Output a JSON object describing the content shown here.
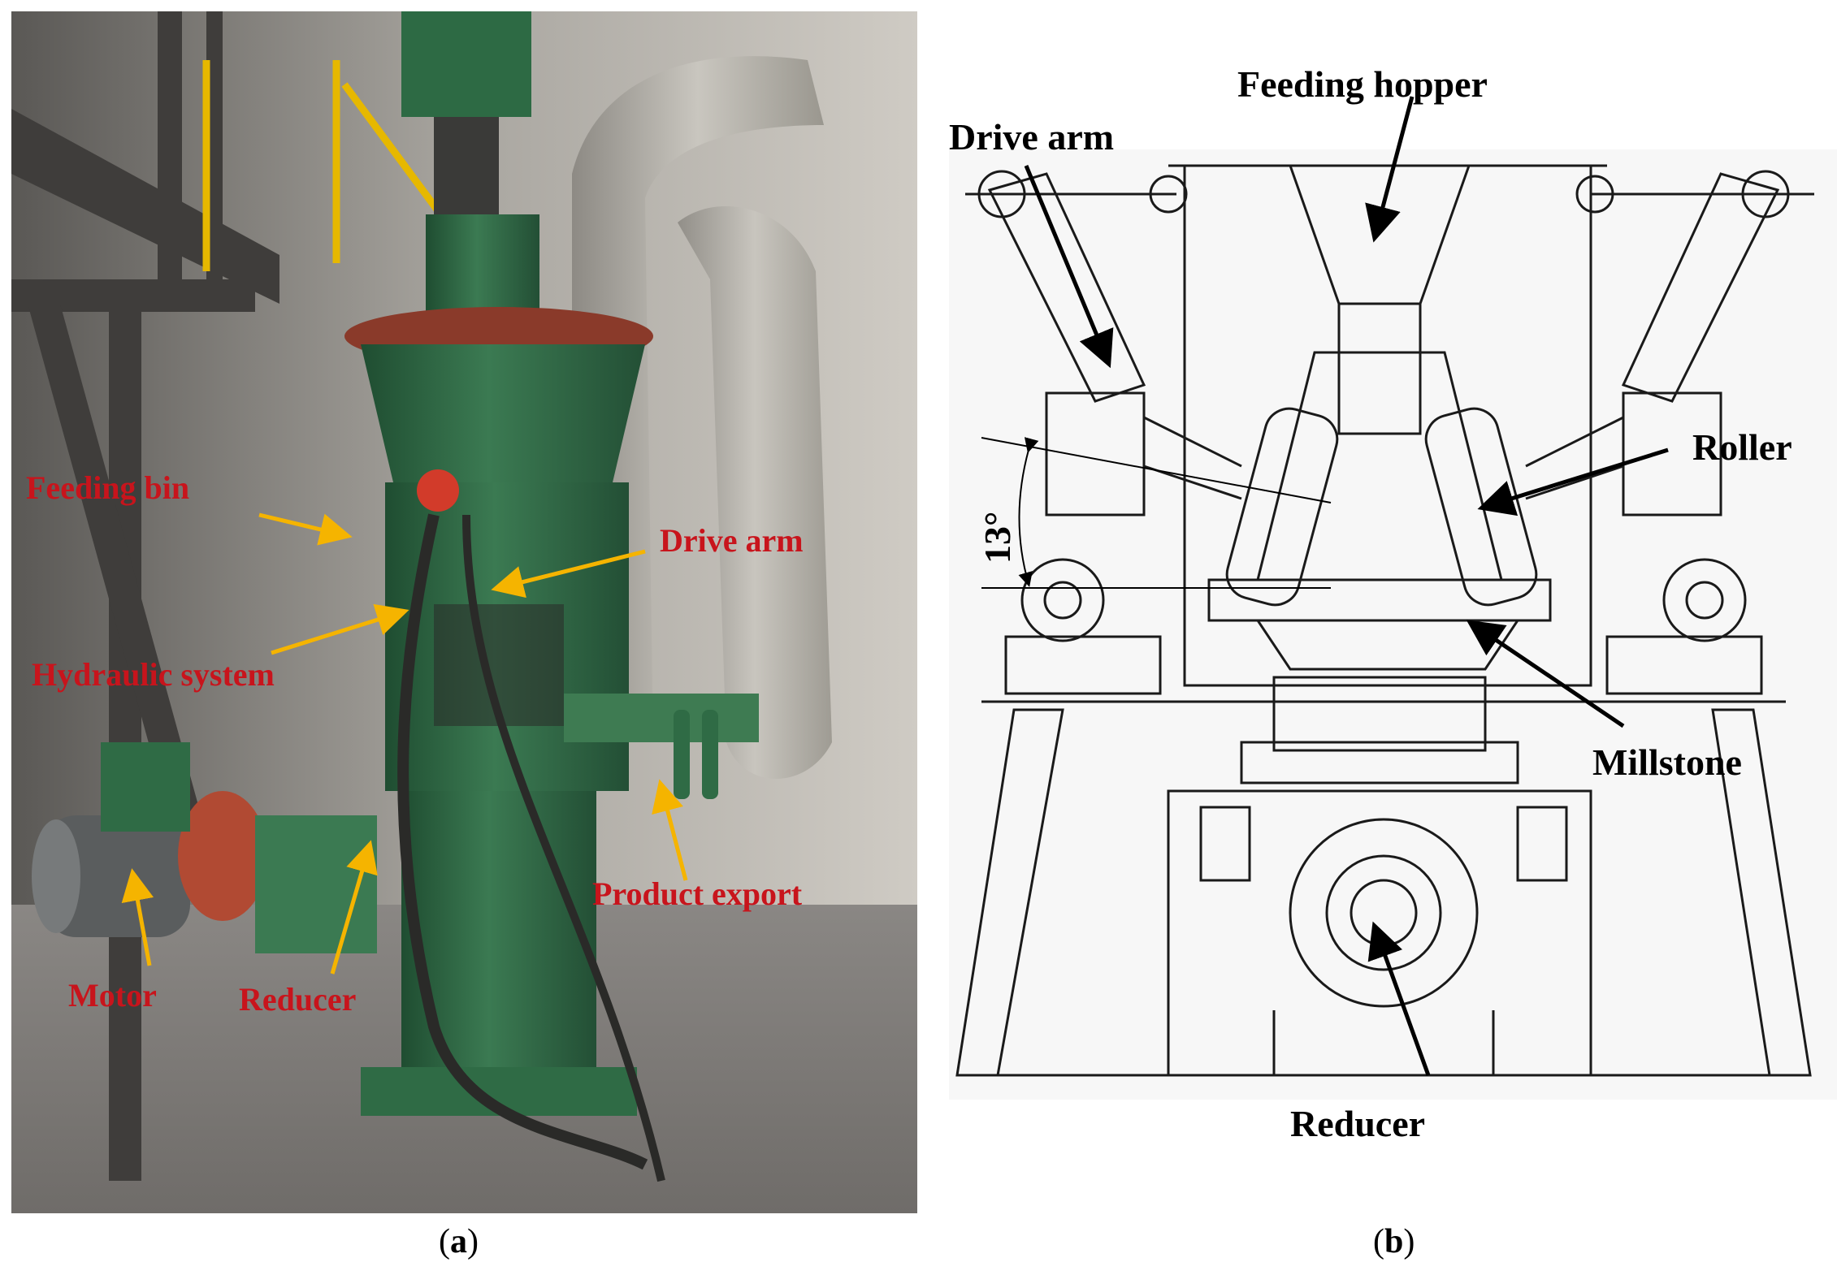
{
  "panel_a": {
    "caption_open": "(",
    "caption_letter": "a",
    "caption_close": ")",
    "labels": {
      "feeding_bin": "Feeding bin",
      "drive_arm": "Drive arm",
      "hydraulic_system": "Hydraulic system",
      "product_export": "Product export",
      "motor": "Motor",
      "reducer": "Reducer"
    },
    "label_color": "#c8141c",
    "arrow_color": "#f5b400",
    "machine_color": "#2f6b45"
  },
  "panel_b": {
    "caption_open": "(",
    "caption_letter": "b",
    "caption_close": ")",
    "labels": {
      "feeding_hopper": "Feeding hopper",
      "drive_arm": "Drive arm",
      "roller": "Roller",
      "angle": "13°",
      "millstone": "Millstone",
      "reducer": "Reducer"
    },
    "label_color": "#000000"
  }
}
